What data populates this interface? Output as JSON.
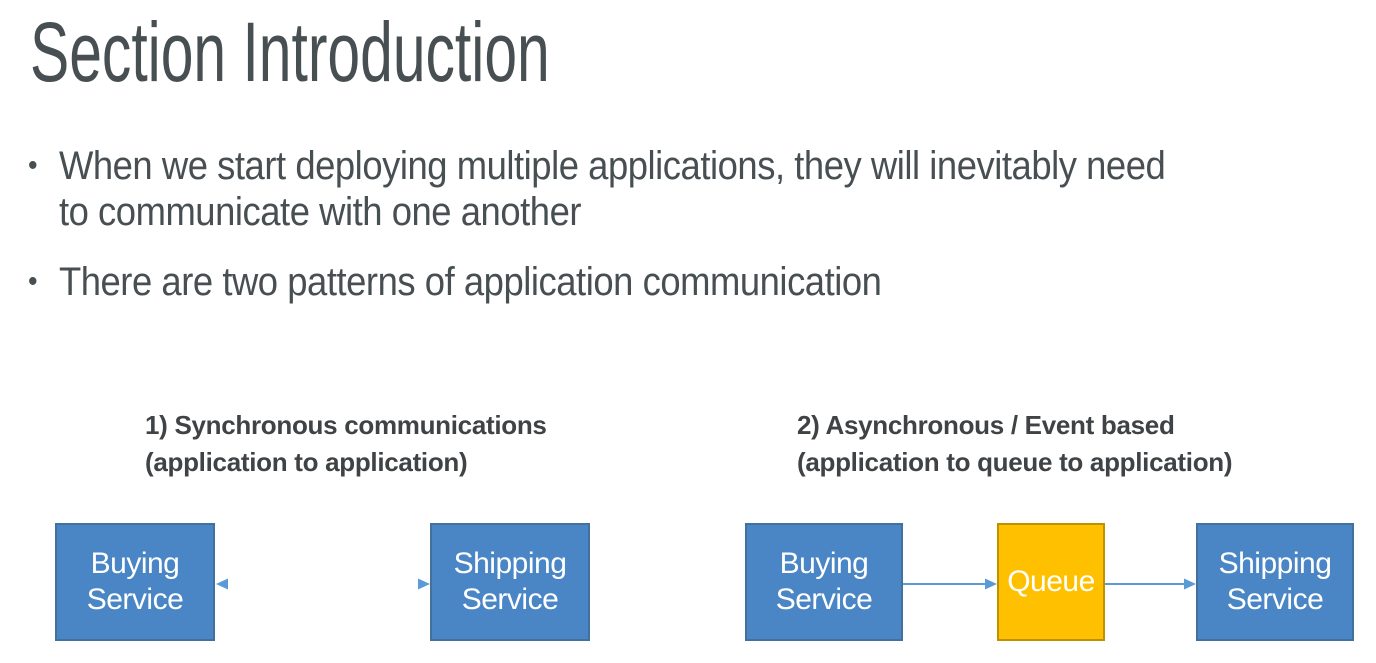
{
  "slide": {
    "title": "Section Introduction",
    "bullet_marker": "•",
    "bullets": [
      "When we start deploying multiple applications, they will inevitably need\nto communicate with one another",
      "There are two patterns of application communication"
    ]
  },
  "diagrams": [
    {
      "heading": "1) Synchronous communications\n(application to application)",
      "arrow_style": "bidirectional",
      "nodes": [
        {
          "label": "Buying\nService",
          "type": "service"
        },
        {
          "label": "Shipping\nService",
          "type": "service"
        }
      ]
    },
    {
      "heading": "2) Asynchronous / Event based\n(application to queue to application)",
      "arrow_style": "unidirectional",
      "nodes": [
        {
          "label": "Buying\nService",
          "type": "service"
        },
        {
          "label": "Queue",
          "type": "queue"
        },
        {
          "label": "Shipping\nService",
          "type": "service"
        }
      ]
    }
  ],
  "colors": {
    "title_text": "#474F52",
    "body_text": "#474F52",
    "heading_text": "#3F4345",
    "service_fill": "#4A86C5",
    "service_border": "#41719C",
    "queue_fill": "#FFC000",
    "queue_border": "#BF9000",
    "arrow": "#5B9BD5",
    "box_text": "#FFFFFF",
    "background": "#FFFFFF"
  }
}
